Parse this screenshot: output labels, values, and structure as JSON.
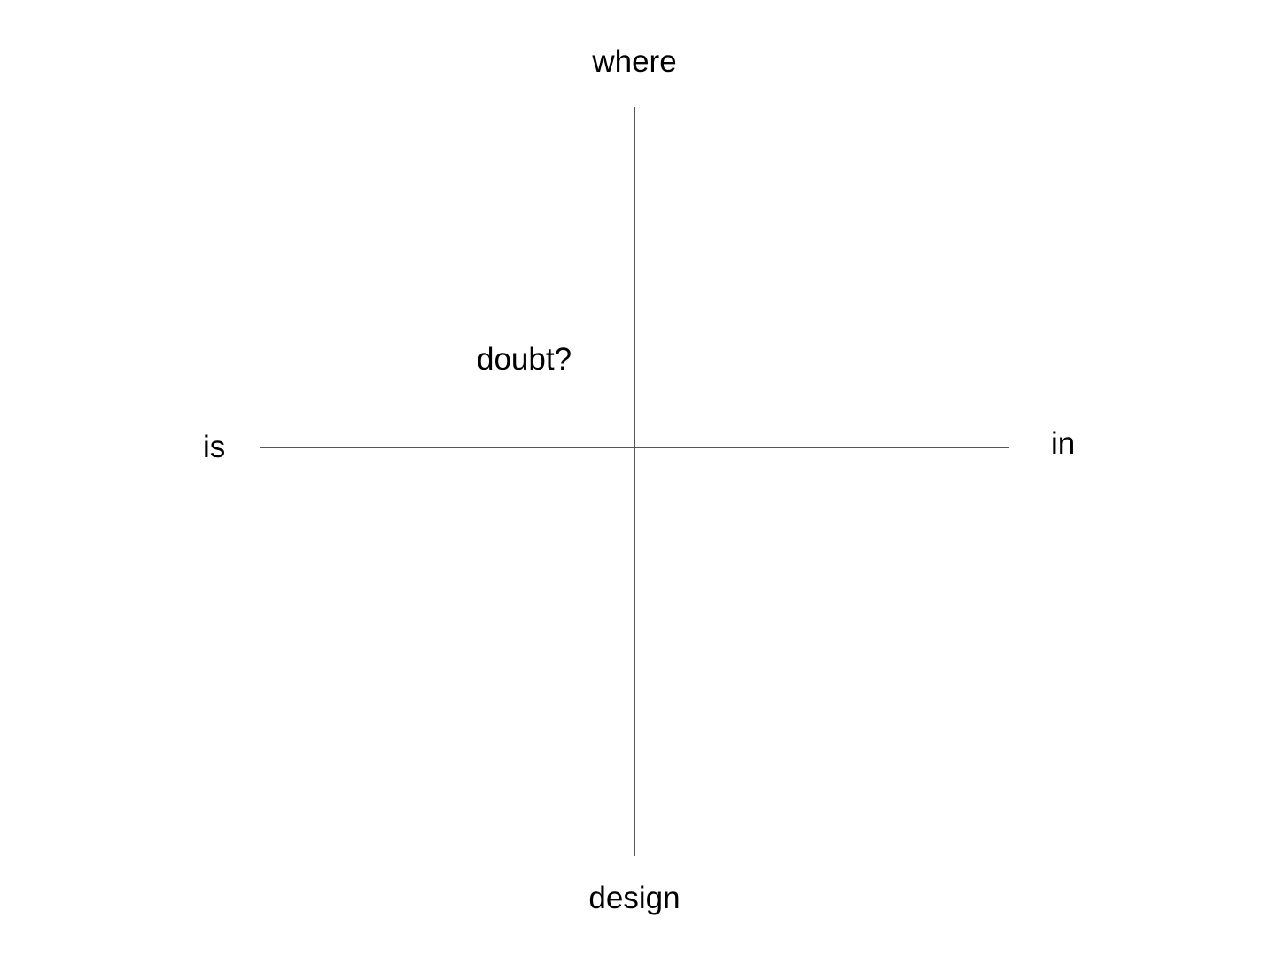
{
  "diagram": {
    "axis_top_label": "where",
    "axis_bottom_label": "design",
    "axis_left_label": "is",
    "axis_right_label": "in",
    "quadrant_note": "doubt?",
    "line_color": "#555555",
    "text_color": "#000000",
    "background": "#ffffff"
  }
}
